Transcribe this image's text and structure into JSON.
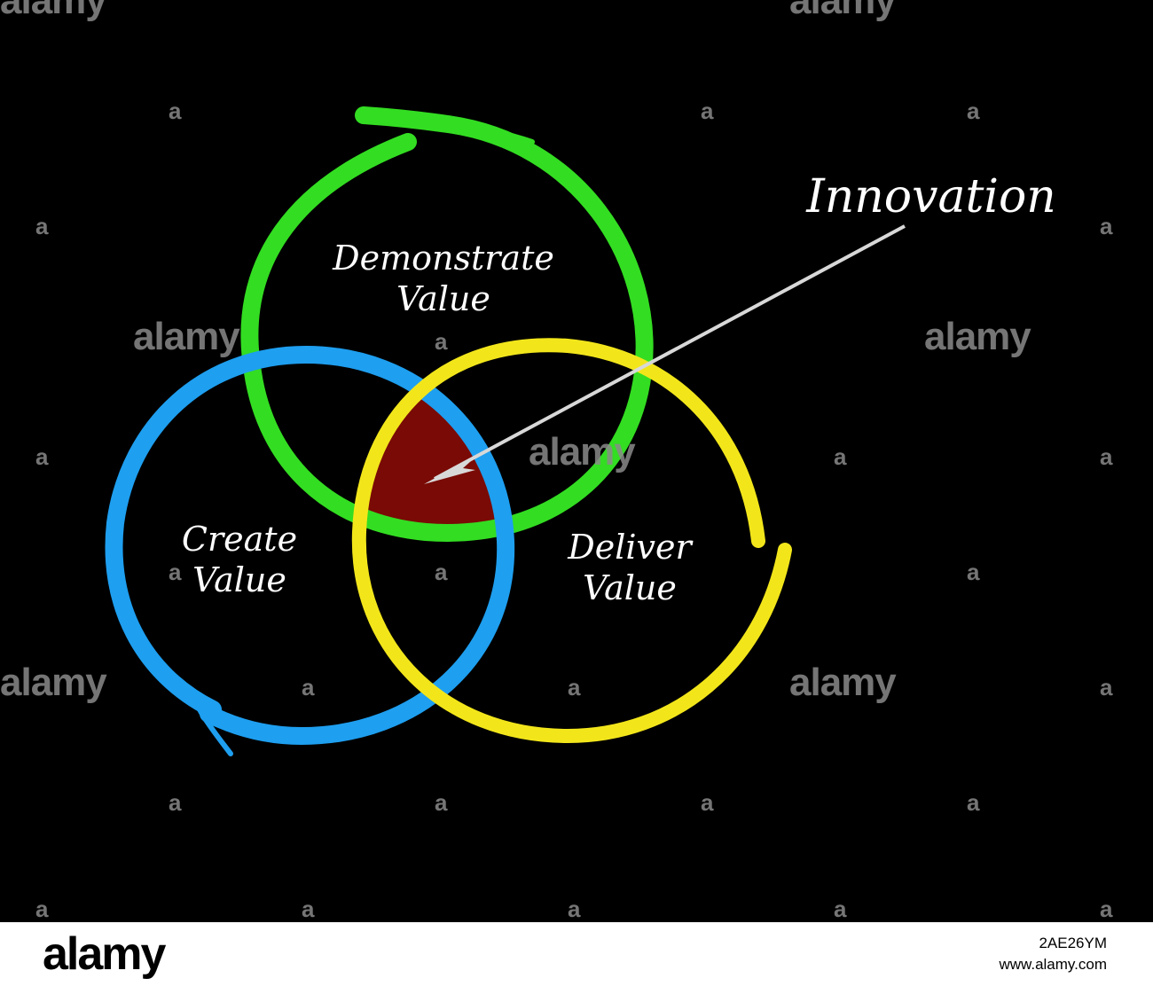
{
  "diagram": {
    "labels": {
      "demonstrate_line1": "Demonstrate",
      "demonstrate_line2": "Value",
      "create_line1": "Create",
      "create_line2": "Value",
      "deliver_line1": "Deliver",
      "deliver_line2": "Value",
      "innovation": "Innovation"
    },
    "colors": {
      "background": "#000000",
      "demonstrate_circle": "#33dd22",
      "create_circle": "#1e9ff0",
      "deliver_circle": "#f2e61b",
      "intersection": "#7a0a05",
      "arrow": "#d8d8d8",
      "text": "#ffffff"
    }
  },
  "watermark": {
    "text": "alamy",
    "mark": "a",
    "image_id": "2AE26YM",
    "site": "www.alamy.com"
  }
}
